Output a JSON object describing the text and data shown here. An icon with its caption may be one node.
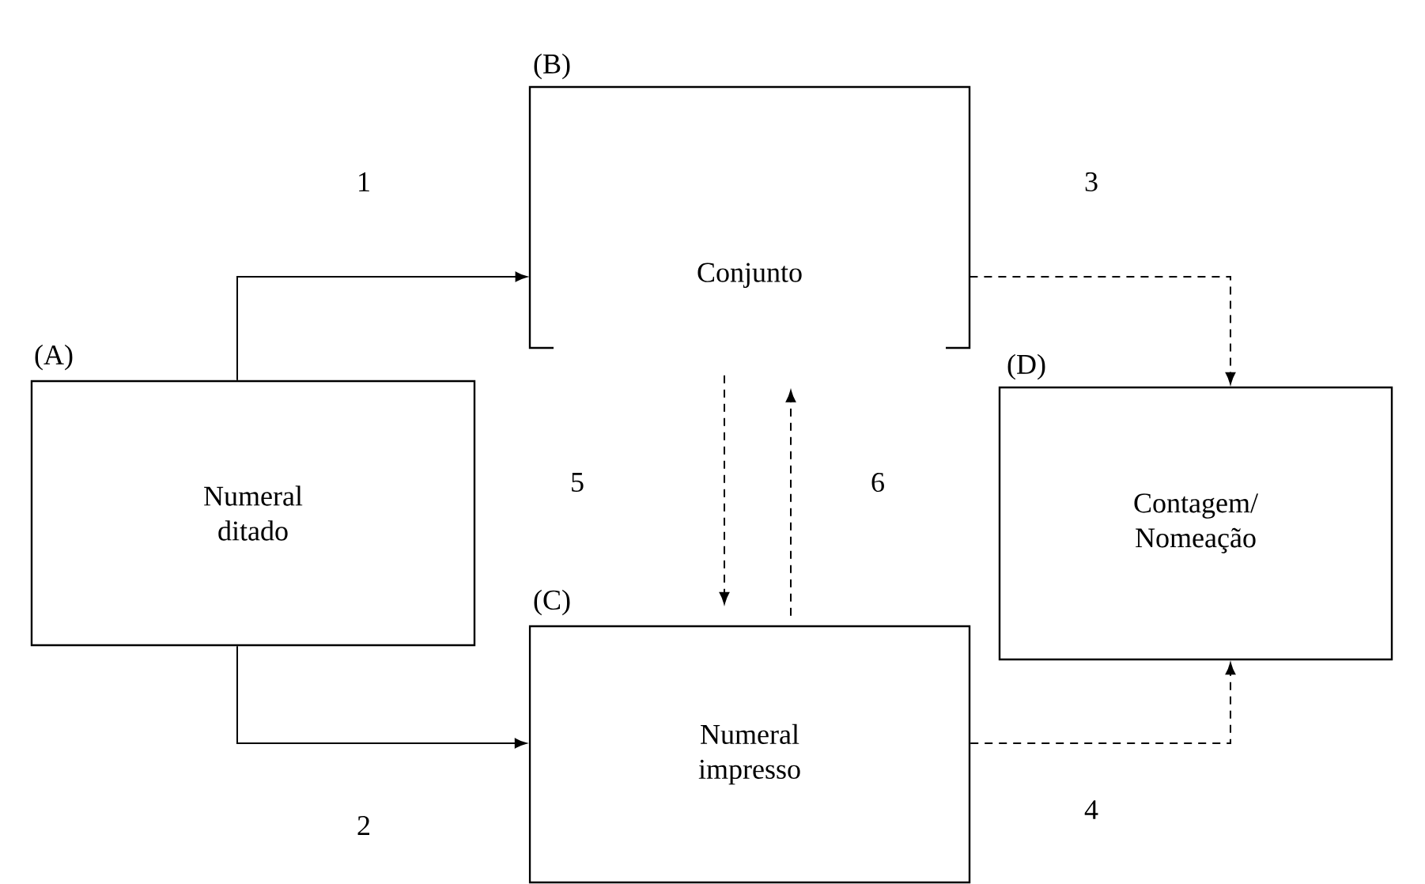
{
  "diagram": {
    "nodes": [
      {
        "text": [
          "Numeral ditado"
        ],
        "beside": [
          "(A)"
        ]
      },
      {
        "text": [
          "Conjunto"
        ],
        "beside": [
          "(B)"
        ]
      },
      {
        "text": [
          "Numeral impresso"
        ],
        "beside": [
          "(C)"
        ]
      },
      {
        "text": [
          "Contagem/ Nomeação"
        ],
        "beside": [
          "(D)"
        ]
      }
    ],
    "edges": [
      {
        "from": 0,
        "to": 1,
        "arrow": "to",
        "label": "1"
      },
      {
        "from": 0,
        "to": 2,
        "arrow": "to",
        "label": "2"
      },
      {
        "from": 1,
        "to": 3,
        "arrow": "to",
        "label": "3",
        "style": "dashed"
      },
      {
        "from": 2,
        "to": 3,
        "arrow": "to",
        "label": "4",
        "style": "dashed"
      },
      {
        "from": 1,
        "to": 2,
        "arrow": "to",
        "label": "5",
        "style": "dashed"
      },
      {
        "from": 2,
        "to": 1,
        "arrow": "to",
        "label": "6",
        "style": "dashed"
      }
    ]
  }
}
